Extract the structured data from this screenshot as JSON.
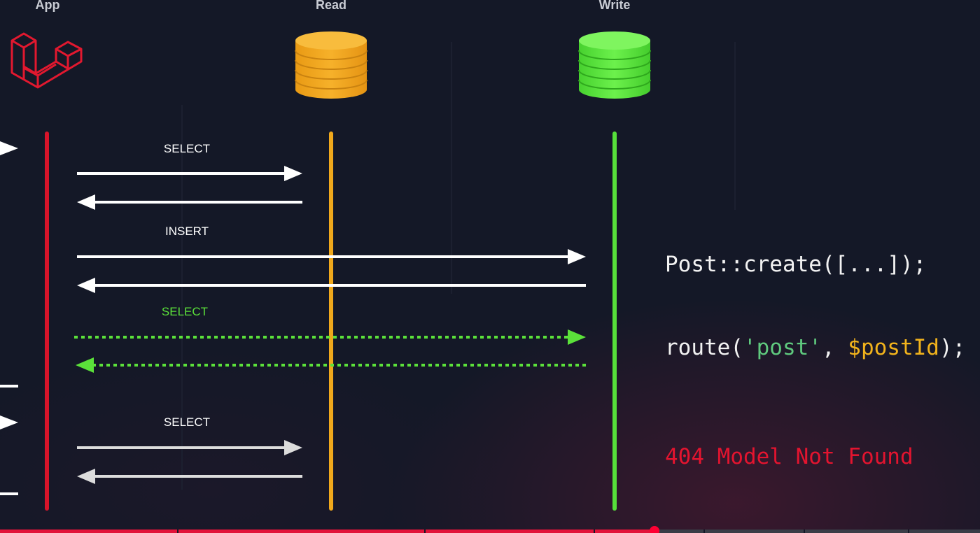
{
  "lanes": {
    "app": "App",
    "read": "Read",
    "write": "Write"
  },
  "colors": {
    "app": "#e2182f",
    "read": "#f3a91d",
    "write": "#56e03a",
    "arrow_white": "#ffffff",
    "arrow_gray": "#dcdcdc",
    "arrow_green": "#5be13a",
    "error": "#e3142f"
  },
  "messages": {
    "select_1": "SELECT",
    "insert": "INSERT",
    "select_write": "SELECT",
    "select_2": "SELECT"
  },
  "code": {
    "create": "Post::create([...]);",
    "route_fn": "route(",
    "route_arg": "'post'",
    "route_sep": ", ",
    "route_var": "$postId",
    "route_end": ");",
    "error": "404 Model Not Found"
  },
  "player": {
    "progress": 0.668
  }
}
